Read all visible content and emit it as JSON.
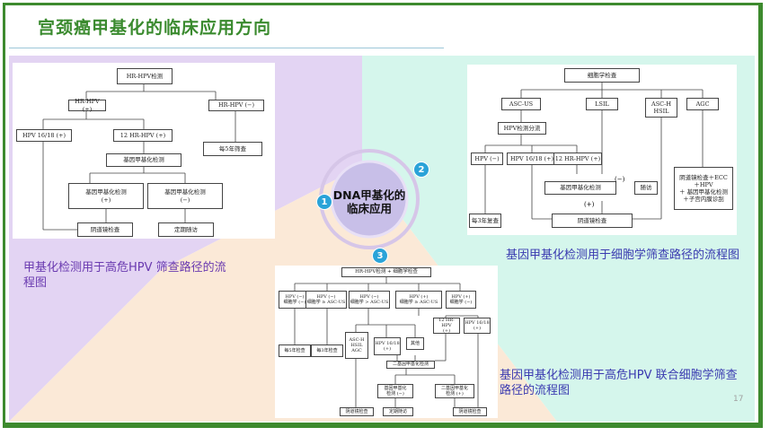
{
  "title": "宫颈癌甲基化的临床应用方向",
  "page_number": "17",
  "hub": {
    "line1": "DNA甲基化的",
    "line2": "临床应用"
  },
  "badges": [
    "1",
    "2",
    "3"
  ],
  "captions": {
    "panel1": "甲基化检测用于高危HPV 筛查路径的流程图",
    "panel2": "基因甲基化检测用于细胞学筛查路径的流程图",
    "panel3": "基因甲基化检测用于高危HPV 联合细胞学筛查路径的流程图"
  },
  "colors": {
    "border": "#3d8a2e",
    "title": "#3a8a2e",
    "purple": "#e3d4f3",
    "mint": "#d5f6ec",
    "peach": "#fbe9d7",
    "caption_purple": "#6a3ab0",
    "caption_blue": "#3a3ab0",
    "badge": "#2aa3d8"
  },
  "flow1": {
    "root": "HR-HPV检测",
    "pos": "HR-HPV (+)",
    "neg": "HR-HPV (−)",
    "hpv1618": "HPV 16/18 (+)",
    "hr12": "12 HR-HPV (+)",
    "methyl": "基因甲基化检测",
    "mpos": "基因甲基化检测\n(+)",
    "mneg": "基因甲基化检测\n(−)",
    "every5": "每5年筛查",
    "colpo": "阴道镜检查",
    "followup": "定期随访"
  },
  "flow2": {
    "root": "细胞学检查",
    "ascus": "ASC-US",
    "lsil": "LSIL",
    "asch": "ASC-H\nHSIL",
    "agc": "AGC",
    "typing": "HPV检测分流",
    "hpvneg": "HPV (−)",
    "hpv1618": "HPV 16/18 (+)",
    "hr12": "12 HR-HPV (+)",
    "methyl": "基因甲基化检测",
    "minus": "(−)",
    "plus": "(+)",
    "followup": "随访",
    "every3": "每3年复查",
    "colpo": "阴道镜检查",
    "agcwork": "阴道镜检查＋ECC\n＋HPV\n＋ 基因甲基化检测\n＋子宫内膜诊刮"
  },
  "flow3": {
    "root": "HR-HPV检测 + 细胞学检查",
    "c1": "HPV (−)\n细胞学 (−)",
    "c2": "HPV (−)\n细胞学 ≥ ASC-US",
    "c3": "HPV (−)\n细胞学 > ASC-US",
    "c4": "HPV (+)\n细胞学 ≥ ASC-US",
    "c5": "HPV (+)\n细胞学 (−)",
    "every5": "每5年检查",
    "every3": "每3年检查",
    "asch": "ASC-H\nHSIL\nAGC",
    "hpv1618": "HPV 16/18\n(+)",
    "other": "其他",
    "hr12": "12 HR-HPV\n(+)",
    "hpv1618b": "HPV 16/18\n(+)",
    "methyl": "二基因甲基化检测",
    "mneg": "基因甲基化\n检测 (−)",
    "mpos": "二基因甲基化\n检测 (+)",
    "colpo": "阴道镜检查",
    "followup": "定期随访",
    "colpo2": "阴道镜检查"
  }
}
